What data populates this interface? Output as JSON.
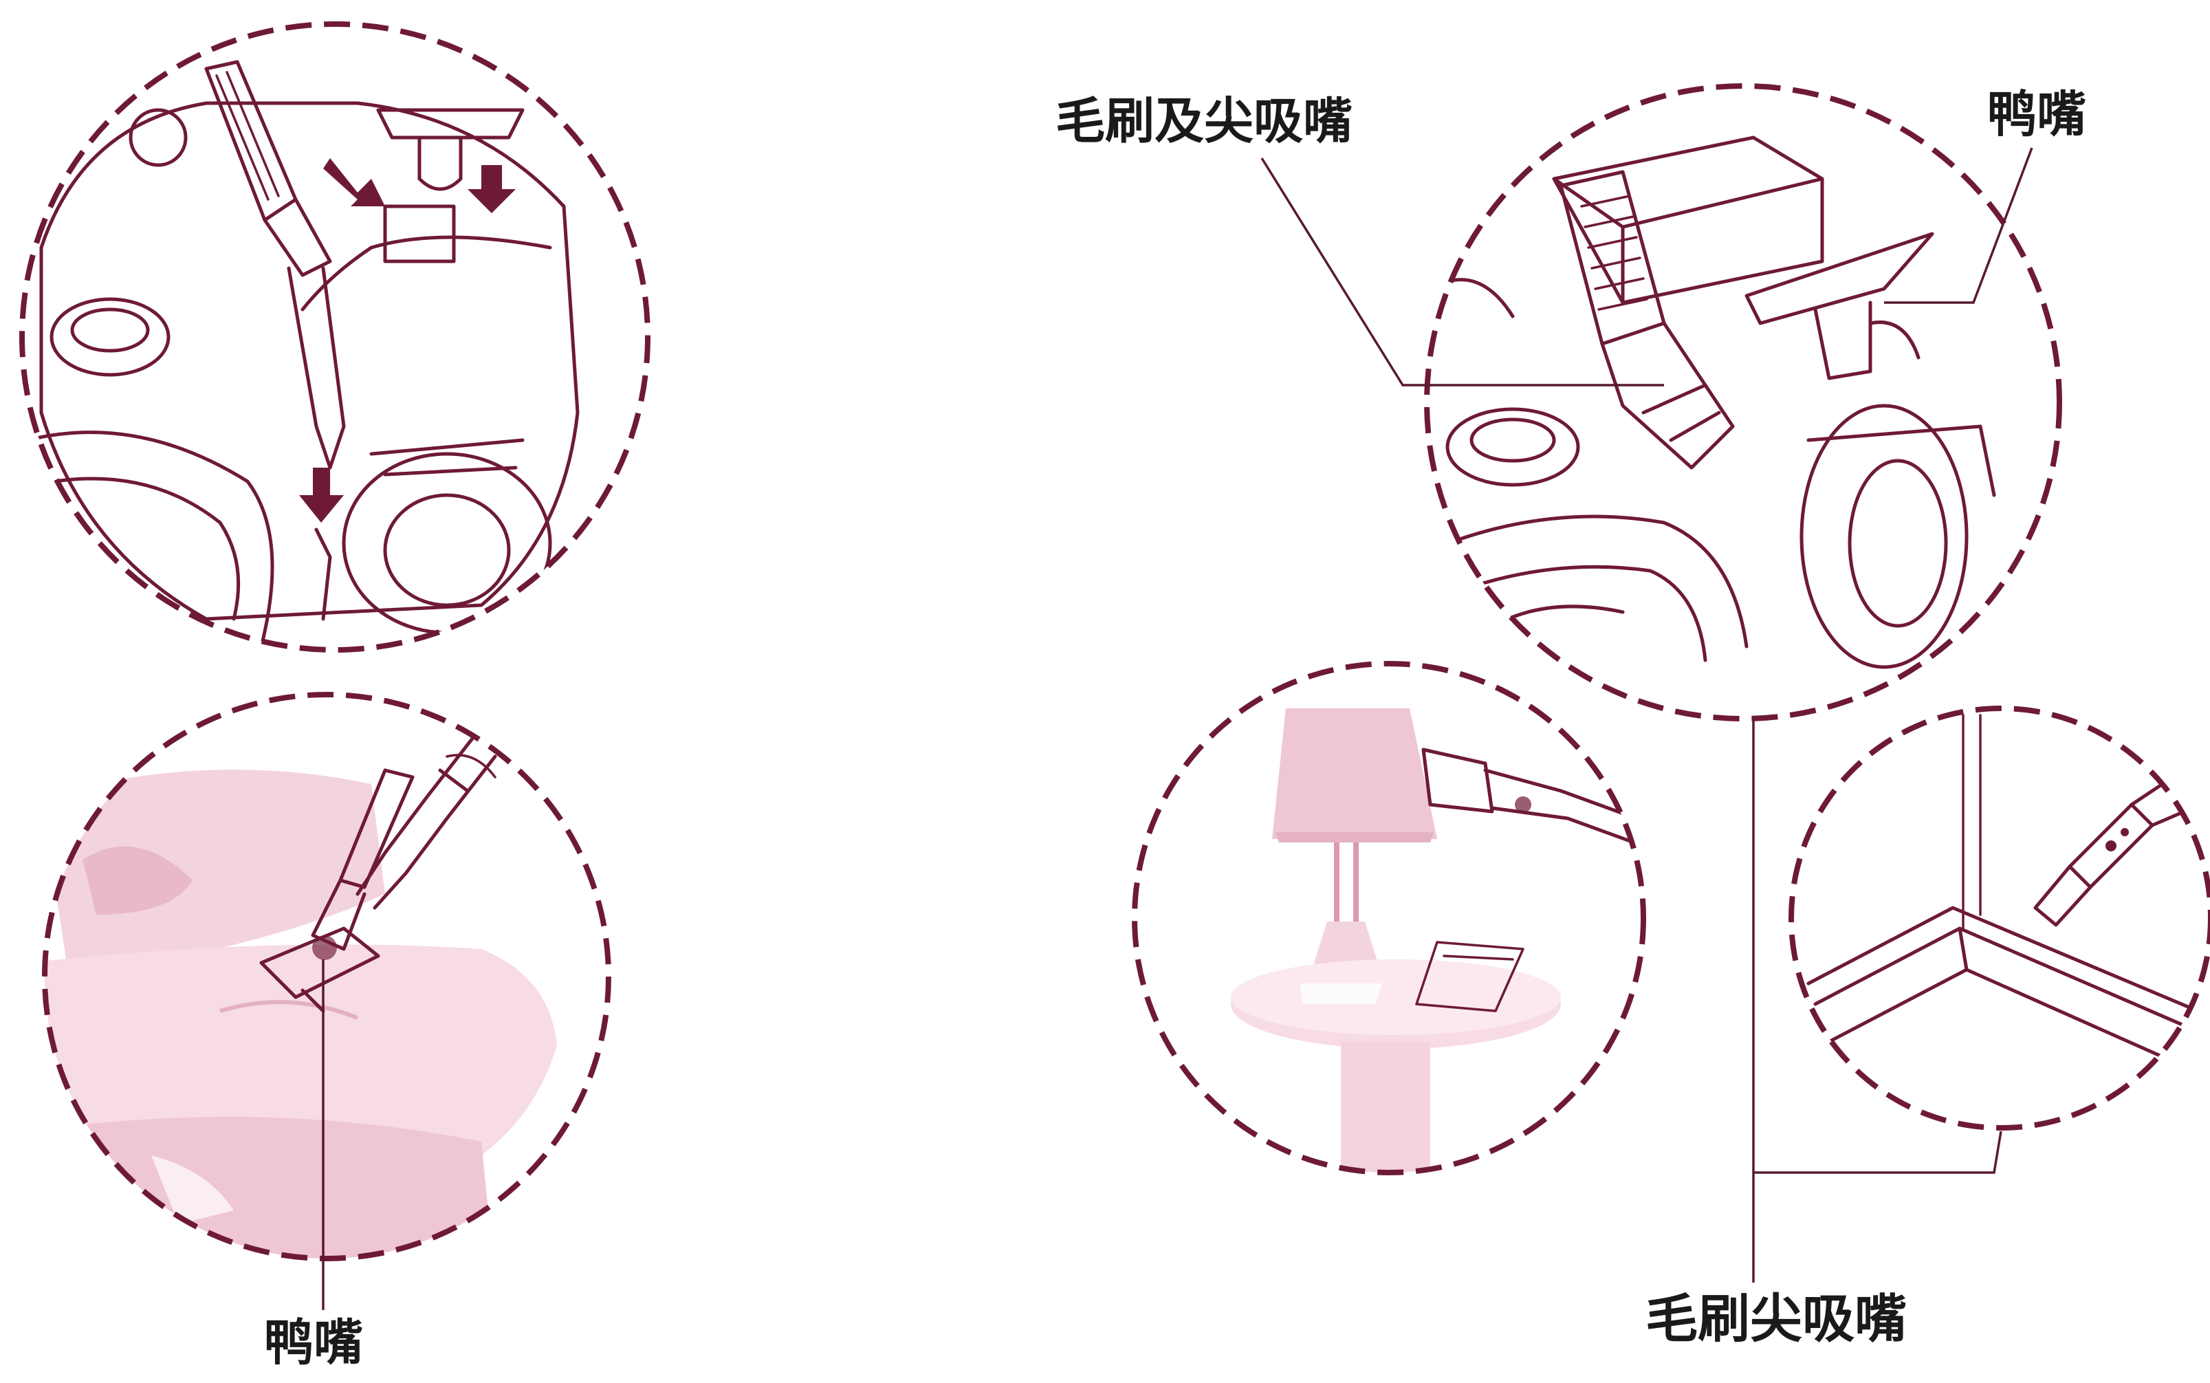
{
  "labels": {
    "bottom_left": "鸭嘴",
    "top_left": "毛刷及尖吸嘴",
    "top_right": "鸭嘴",
    "bottom_right": "毛刷尖吸嘴"
  },
  "colors": {
    "ink": "#6e1a36",
    "pink_fill": "#f3d3df",
    "pink_light": "#f9e6ee"
  },
  "icons": {
    "top_left_circle": "vacuum-accessory-storage",
    "bottom_left_circle": "sofa-upholstery-nozzle",
    "top_right_circle": "vacuum-body-with-nozzles",
    "lamp_circle": "lamp-dusting-brush",
    "corner_circle": "corner-crevice-tool"
  }
}
